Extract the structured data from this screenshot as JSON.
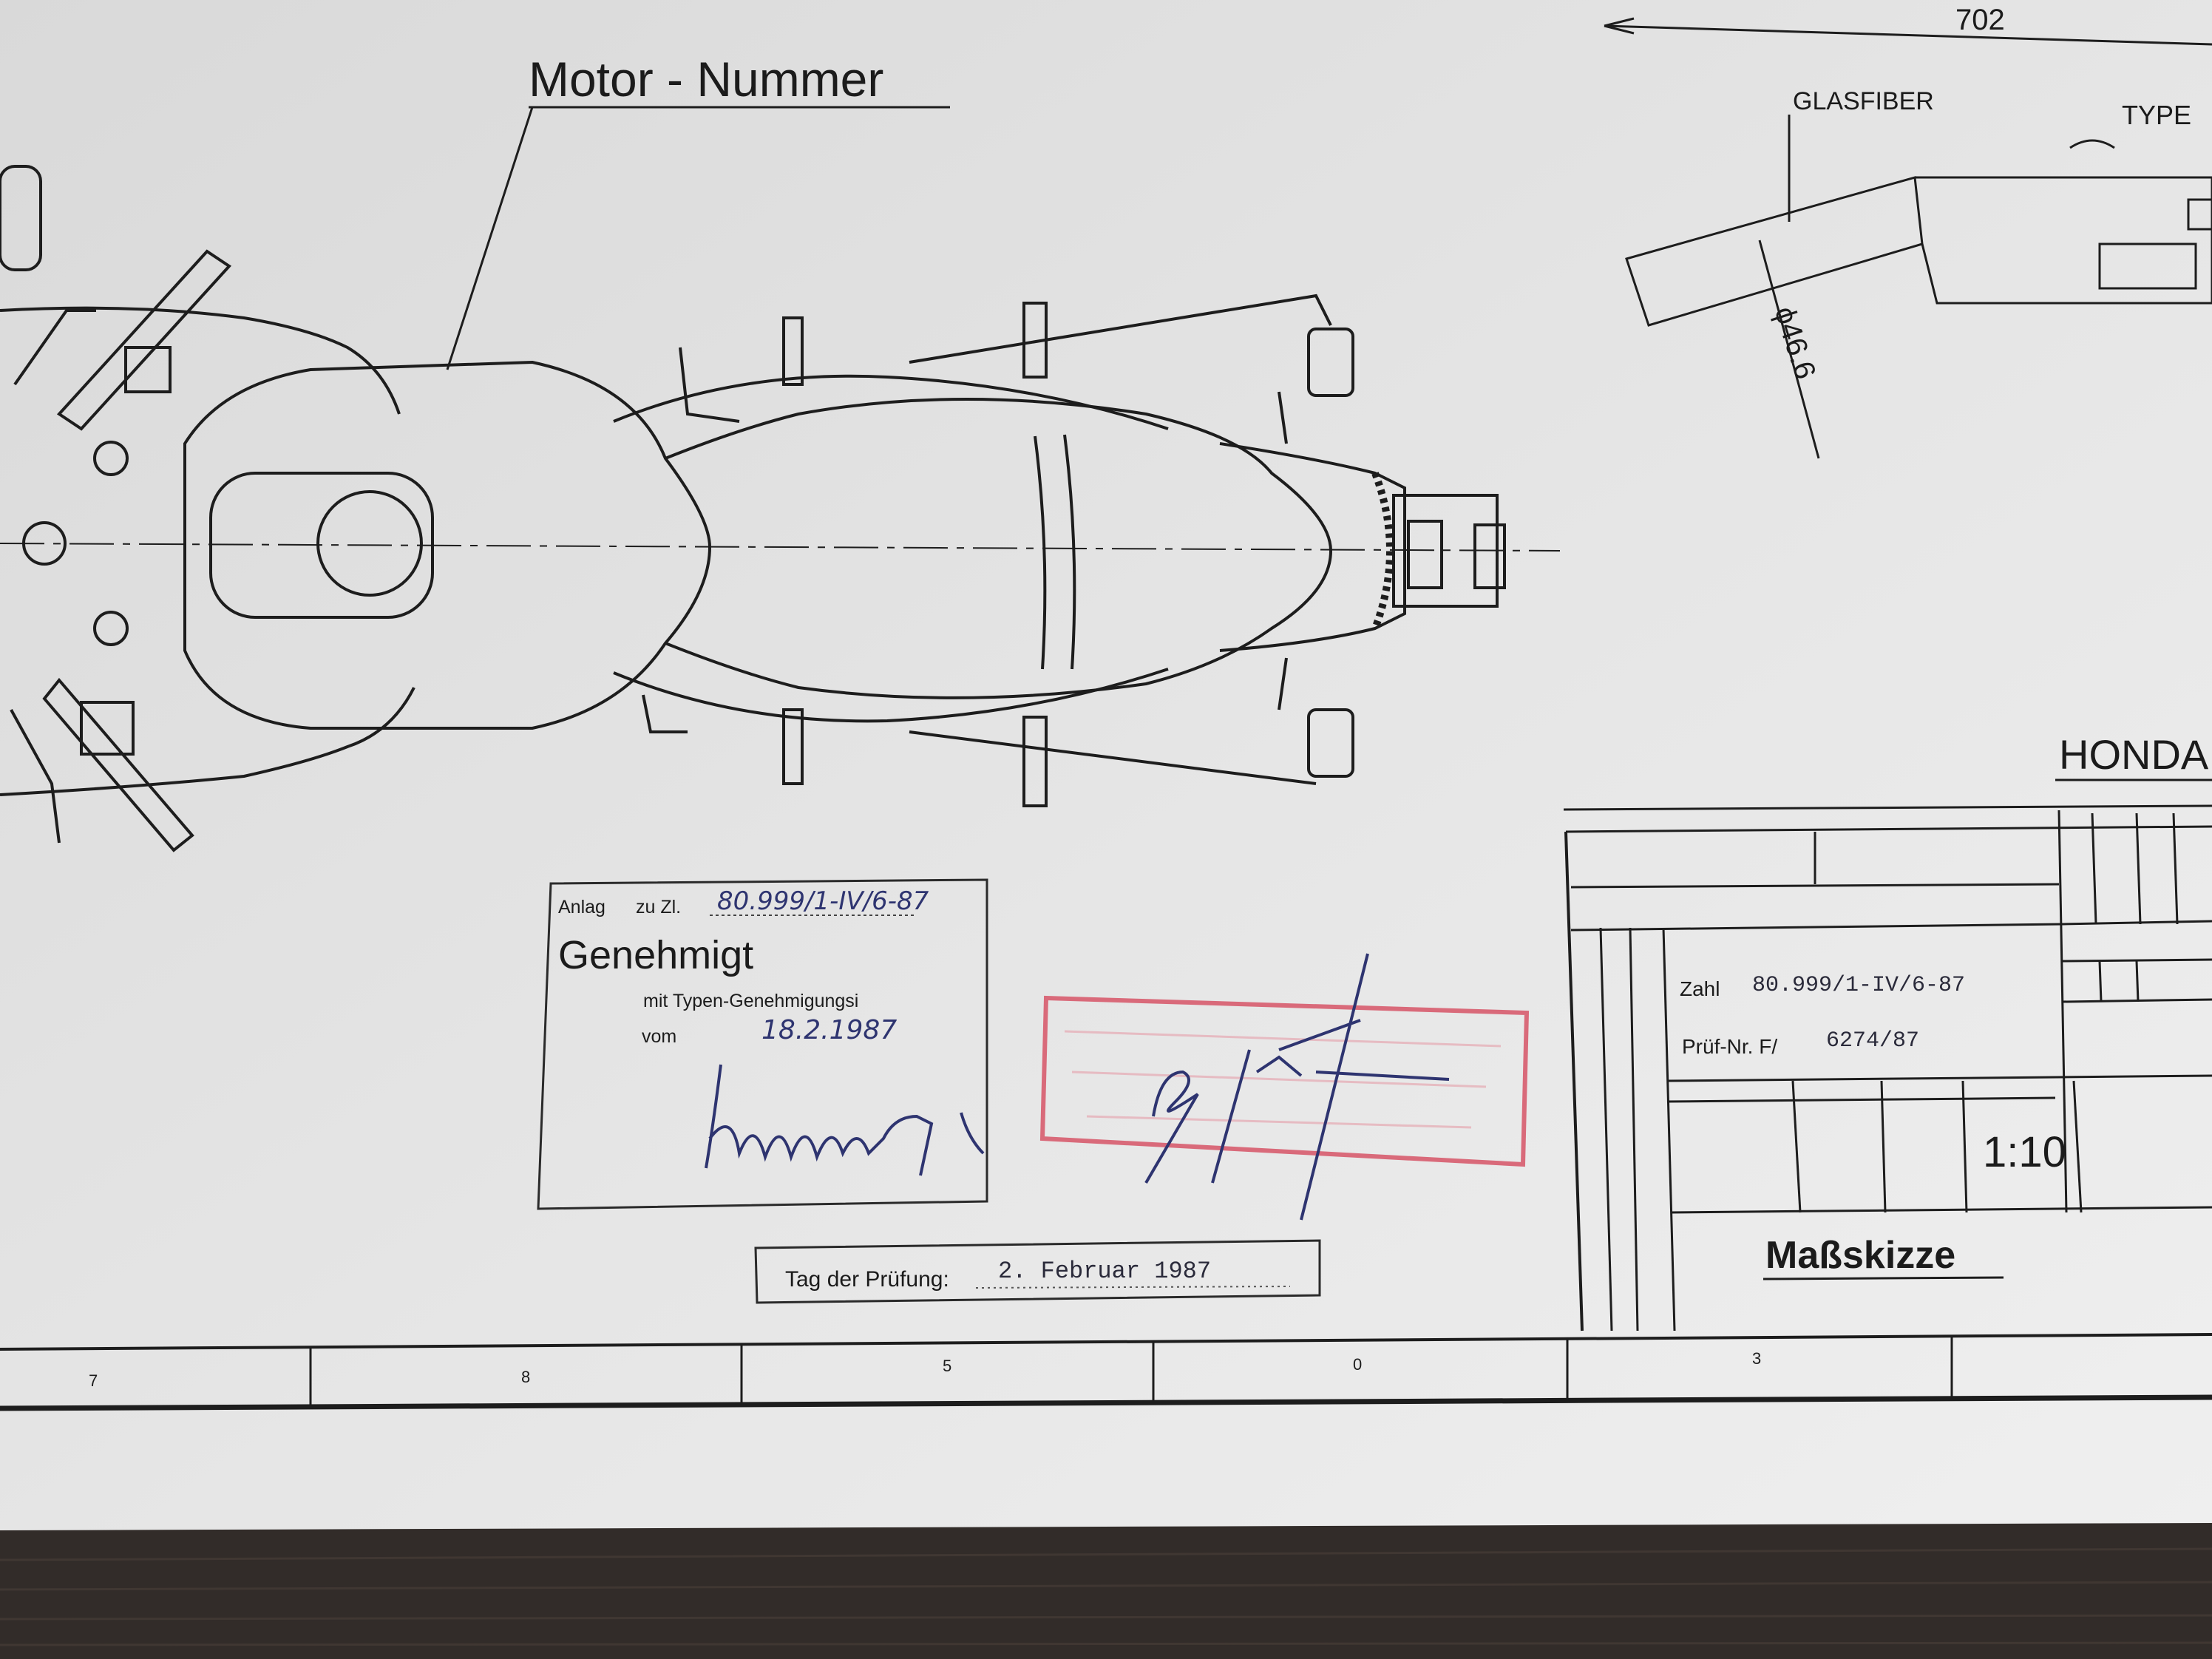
{
  "colors": {
    "paper": "#e9e9e9",
    "ink": "#1b1b1b",
    "stamp_red": "#d96a7a",
    "pen_blue": "#2e3470",
    "table": "#4a3f38"
  },
  "drawing": {
    "motor_label": "Motor - Nummer",
    "dimension_702": "702",
    "glasfiber": "GLASFIBER",
    "type_label": "TYPE",
    "diameter": "ϕ46.6",
    "brand": "HONDA"
  },
  "approval_stamp": {
    "anlage_label": "Anlag",
    "zu_zl_label": "zu Zl.",
    "zl_number": "80.999/1-IV/6-87",
    "genehmigt": "Genehmigt",
    "typen_label": "mit Typen-Genehmigungsi",
    "vom_label": "vom",
    "date_handwritten": "18.2.1987"
  },
  "pruefung": {
    "label": "Tag der Prüfung:",
    "date": "2. Februar 1987"
  },
  "title_block": {
    "zahl_label": "Zahl",
    "zahl_value": "80.999/1-IV/6-87",
    "pruef_label": "Prüf-Nr. F/",
    "pruef_value": "6274/87",
    "scale": "1:10",
    "title": "Maßskizze"
  },
  "frame_numbers": [
    "7",
    "8",
    "5",
    "0",
    "3"
  ]
}
